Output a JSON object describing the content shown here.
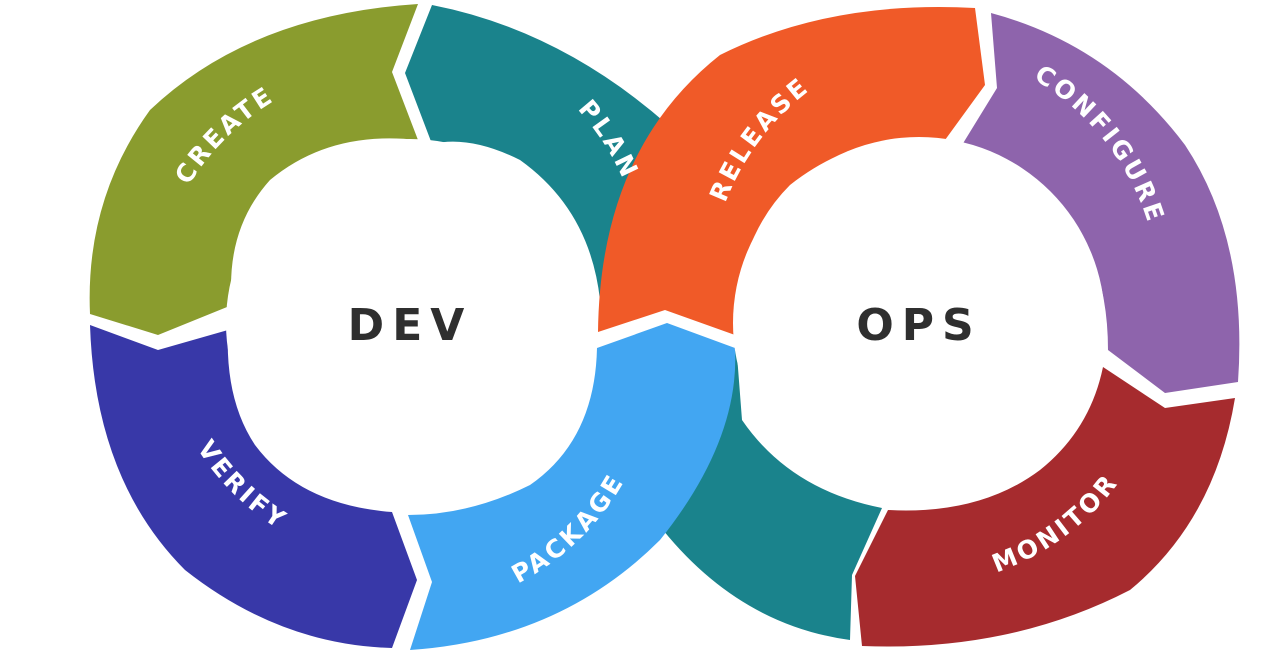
{
  "diagram": {
    "hubs": {
      "dev": "DEV",
      "ops": "OPS"
    },
    "stages": {
      "plan": {
        "label": "PLAN",
        "color": "#1A838C"
      },
      "create": {
        "label": "CREATE",
        "color": "#8A9C2E"
      },
      "verify": {
        "label": "VERIFY",
        "color": "#3838A8"
      },
      "package": {
        "label": "PACKAGE",
        "color": "#42A6F2"
      },
      "release": {
        "label": "RELEASE",
        "color": "#F05A28"
      },
      "configure": {
        "label": "CONFIGURE",
        "color": "#8E64AC"
      },
      "monitor": {
        "label": "MONITOR",
        "color": "#A62B2E"
      }
    },
    "connector_color": "#1A838C",
    "hub_text_color": "#2f2f2f",
    "label_color": "#ffffff"
  }
}
